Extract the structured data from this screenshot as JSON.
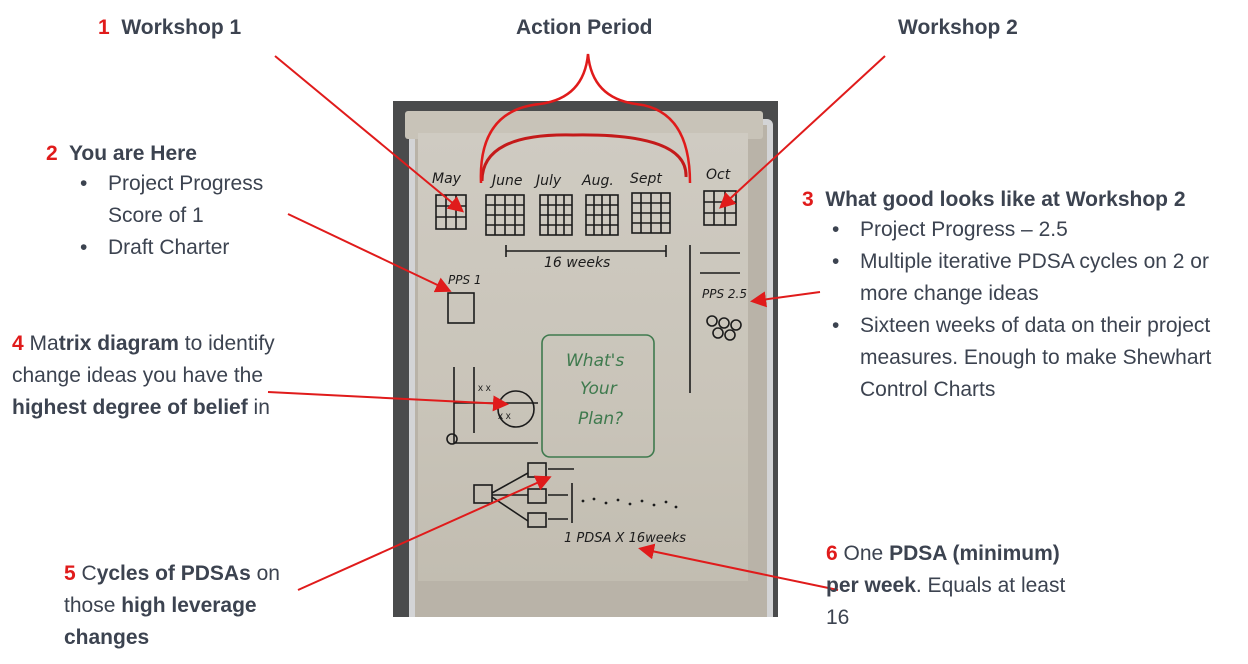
{
  "labels": {
    "workshop1": {
      "num": "1",
      "title": "Workshop 1"
    },
    "action_period": {
      "title": "Action Period"
    },
    "workshop2": {
      "title": "Workshop 2"
    },
    "here": {
      "num": "2",
      "title": "You are Here",
      "bullets": [
        "Project Progress Score of 1",
        "Draft Charter"
      ]
    },
    "good": {
      "num": "3",
      "title": "What good looks like at Workshop 2",
      "bullets": [
        "Project Progress – 2.5",
        "Multiple iterative PDSA cycles on 2 or more change ideas",
        "Sixteen weeks of data on their project measures. Enough to make Shewhart Control Charts"
      ]
    },
    "matrix": {
      "num": "4",
      "p1": "Ma",
      "p2": "trix diagram",
      "p3": " to identify change ideas you have the ",
      "p4": "highest degree of belief",
      "p5": " in"
    },
    "cycles": {
      "num": "5",
      "p1": "C",
      "p2": "ycles of PDSAs",
      "p3": " on those ",
      "p4": "high leverage changes"
    },
    "one": {
      "num": "6",
      "p1": "One ",
      "p2": "PDSA (minimum) per week",
      "p3": ". Equals at least 16"
    }
  },
  "board": {
    "months": [
      "May",
      "June",
      "July",
      "Aug.",
      "Sept",
      "Oct"
    ],
    "weeks_label": "16 weeks",
    "pps1": "PPS 1",
    "pps25": "PPS 2.5",
    "plan_line1": "What's",
    "plan_line2": "Your",
    "plan_line3": "Plan?",
    "pdsa_label": "1 PDSA X 16weeks"
  },
  "colors": {
    "annotation_red": "#e01b1b",
    "text": "#3c4350",
    "marker_green": "#3f7a4e"
  }
}
